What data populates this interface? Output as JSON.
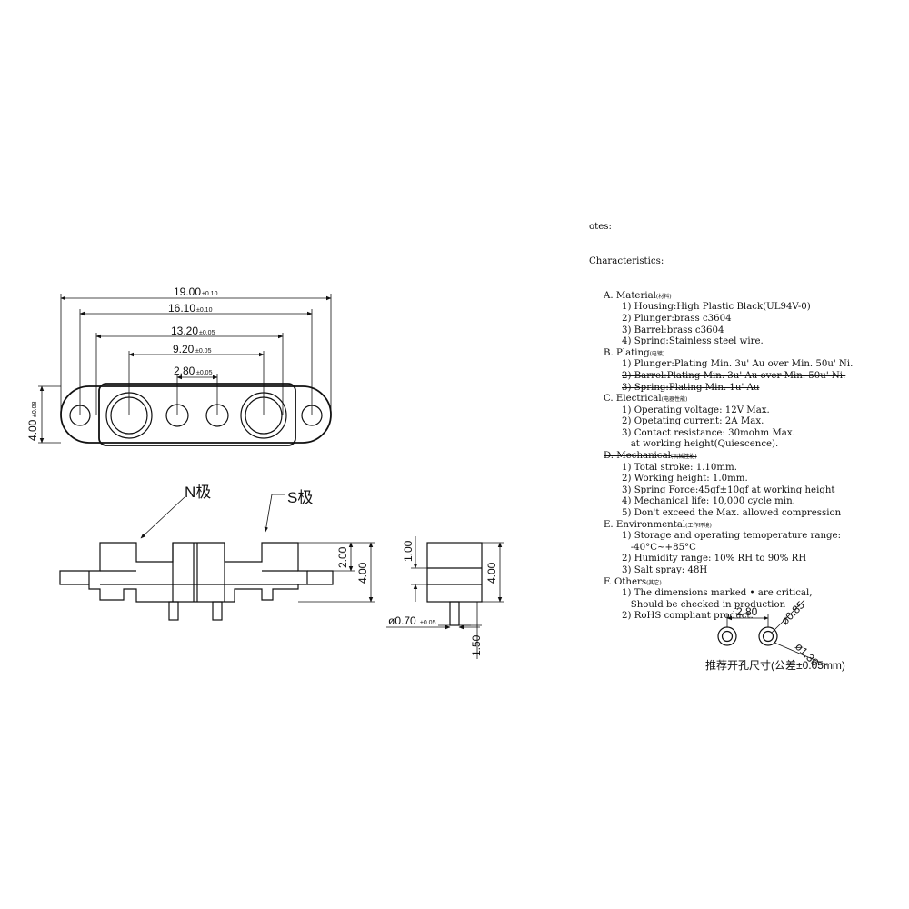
{
  "top_view": {
    "dims": [
      {
        "value": "19.00",
        "tol": "±0.10"
      },
      {
        "value": "16.10",
        "tol": "±0.10"
      },
      {
        "value": "13.20",
        "tol": "±0.05"
      },
      {
        "value": "9.20",
        "tol": "±0.05"
      },
      {
        "value": "2.80",
        "tol": "±0.05"
      }
    ],
    "height_dim": {
      "value": "4.00",
      "tol": "±0.08"
    }
  },
  "front_view": {
    "n_label": "N极",
    "s_label": "S极",
    "dim_a": "2.00",
    "dim_b": "4.00"
  },
  "side_view": {
    "dim_top": "1.00",
    "dim_height": "4.00",
    "pin_dia": "ø0.70",
    "pin_dia_tol": "±0.05",
    "pin_len": "1.50"
  },
  "pcb_view": {
    "pitch": "2.80",
    "hole_small": "ø0.85",
    "hole_large": "ø1.30",
    "caption": "推荐开孔尺寸(公差±0.05mm)"
  },
  "notes": {
    "heading": "otes:",
    "characteristics": "Characteristics:",
    "sections": [
      {
        "title": "A. Material",
        "sub": "(材料)",
        "strike": false,
        "items": [
          {
            "text": "1) Housing:High Plastic Black(UL94V-0)",
            "strike": false
          },
          {
            "text": "2) Plunger:brass c3604",
            "strike": false
          },
          {
            "text": "3) Barrel:brass c3604",
            "strike": false
          },
          {
            "text": "4) Spring:Stainless steel wire.",
            "strike": false
          }
        ]
      },
      {
        "title": "B. Plating",
        "sub": "(电镀)",
        "strike": false,
        "items": [
          {
            "text": "1) Plunger:Plating Min. 3u' Au over Min. 50u' Ni.",
            "strike": false
          },
          {
            "text": "2) Barrel:Plating Min. 3u' Au over Min. 50u' Ni.",
            "strike": true
          },
          {
            "text": "3) Spring:Plating Min. 1u' Au",
            "strike": true
          }
        ]
      },
      {
        "title": "C. Electrical",
        "sub": "(电器性能)",
        "strike": false,
        "items": [
          {
            "text": "1) Operating voltage: 12V Max.",
            "strike": false
          },
          {
            "text": "2) Opetating current: 2A Max.",
            "strike": false
          },
          {
            "text": "3) Contact resistance: 30mohm Max.",
            "strike": false
          },
          {
            "text": "   at working height(Quiescence).",
            "strike": false
          }
        ]
      },
      {
        "title": "D. Mechanical",
        "sub": "(机械性能)",
        "strike": true,
        "items": [
          {
            "text": "1) Total stroke: 1.10mm.",
            "strike": false
          },
          {
            "text": "2) Working height: 1.0mm.",
            "strike": false
          },
          {
            "text": "3) Spring Force:45gf±10gf at working height",
            "strike": false
          },
          {
            "text": "4) Mechanical life: 10,000 cycle min.",
            "strike": false
          },
          {
            "text": "5) Don't exceed the Max. allowed compression",
            "strike": false
          }
        ]
      },
      {
        "title": "E. Environmental",
        "sub": "(工作环境)",
        "strike": false,
        "items": [
          {
            "text": "1) Storage and operating temoperature range:",
            "strike": false
          },
          {
            "text": "   -40°C~+85°C",
            "strike": false
          },
          {
            "text": "2) Humidity range: 10% RH to 90% RH",
            "strike": false
          },
          {
            "text": "3) Salt spray: 48H",
            "strike": false
          }
        ]
      },
      {
        "title": "F. Others",
        "sub": "(其它)",
        "strike": false,
        "items": [
          {
            "text": "1) The dimensions marked • are critical,",
            "strike": false
          },
          {
            "text": "   Should be checked in production",
            "strike": false
          },
          {
            "text": "2) RoHS compliant product.",
            "strike": false
          }
        ]
      }
    ]
  }
}
